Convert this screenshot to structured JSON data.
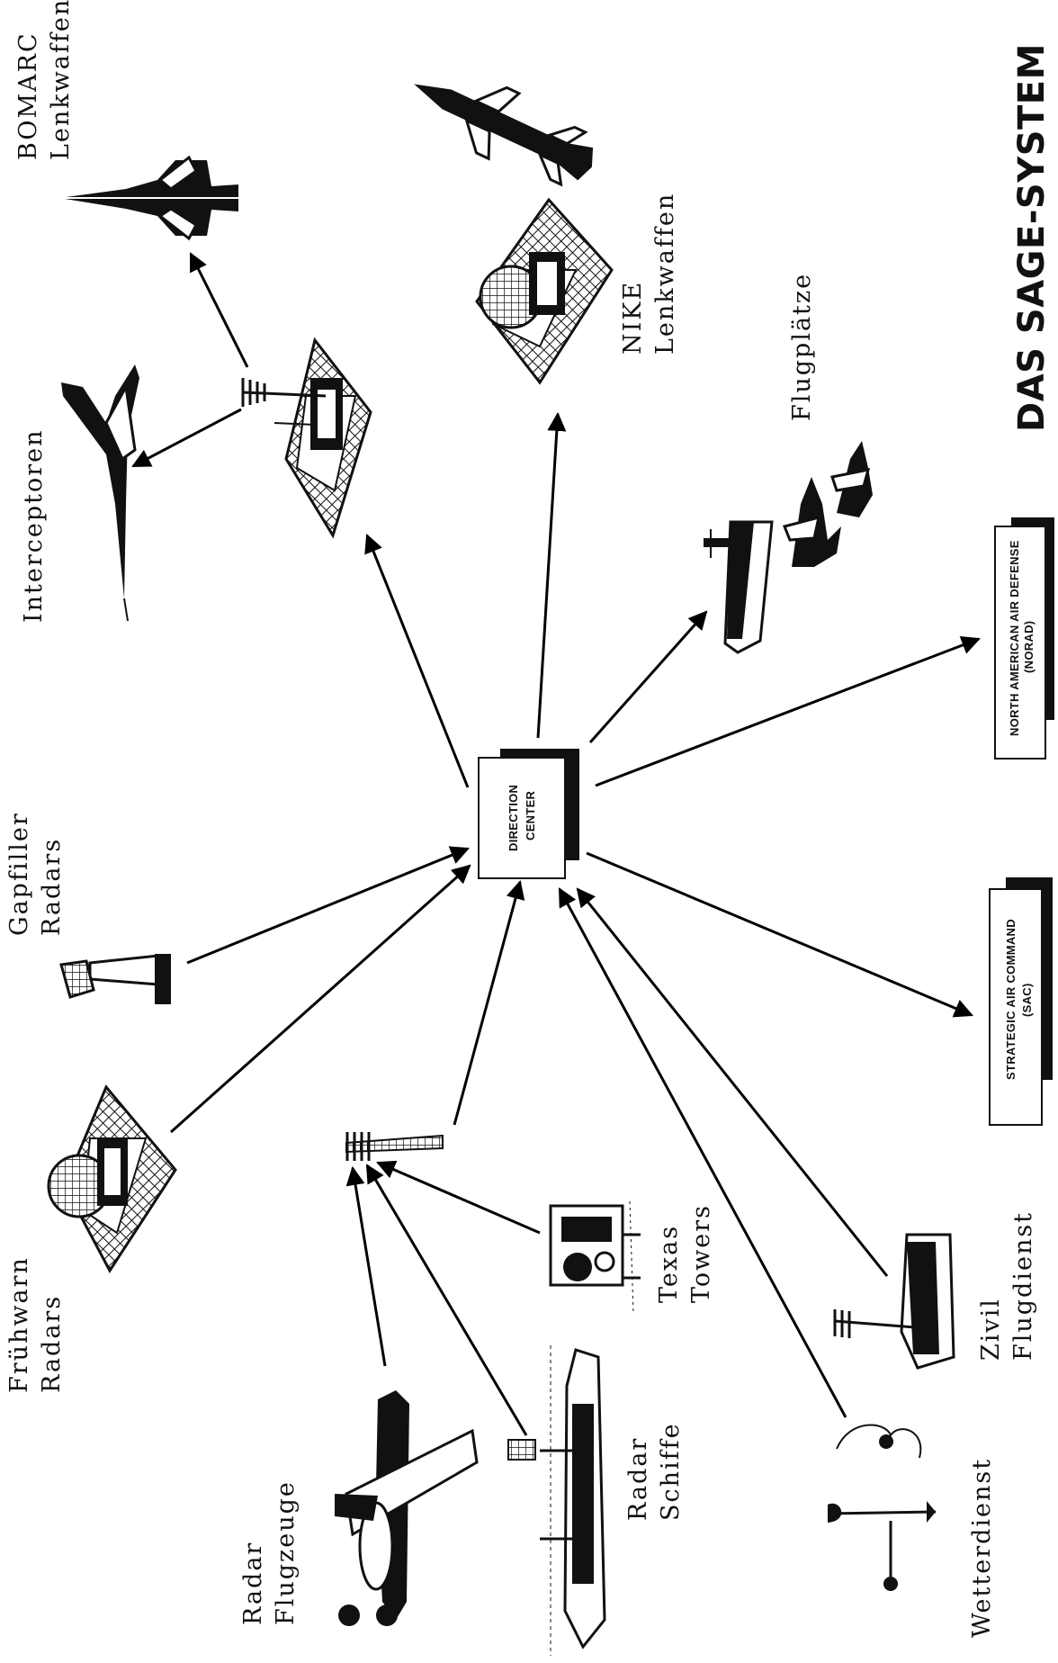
{
  "title": "DAS SAGE-SYSTEM",
  "center_box": {
    "line1": "DIRECTION",
    "line2": "CENTER"
  },
  "command_boxes": {
    "norad": {
      "line1": "NORTH AMERICAN AIR DEFENSE",
      "line2": "(NORAD)"
    },
    "sac": {
      "line1": "STRATEGIC AIR COMMAND",
      "line2": "(SAC)"
    }
  },
  "labels": {
    "bomarc": [
      "BOMARC",
      "Lenkwaffen"
    ],
    "nike": [
      "NIKE",
      "Lenkwaffen"
    ],
    "interceptoren": [
      "Interceptoren"
    ],
    "flugplaetze": [
      "Flugplätze"
    ],
    "gapfiller": [
      "Gapfiller",
      "Radars"
    ],
    "fruehwarn": [
      "Frühwarn",
      "Radars"
    ],
    "texas": [
      "Texas",
      "Towers"
    ],
    "radar_flugzeuge": [
      "Radar",
      "Flugzeuge"
    ],
    "radar_schiffe": [
      "Radar",
      "Schiffe"
    ],
    "wetterdienst": [
      "Wetterdienst"
    ],
    "zivil": [
      "Zivil",
      "Flugdienst"
    ]
  }
}
